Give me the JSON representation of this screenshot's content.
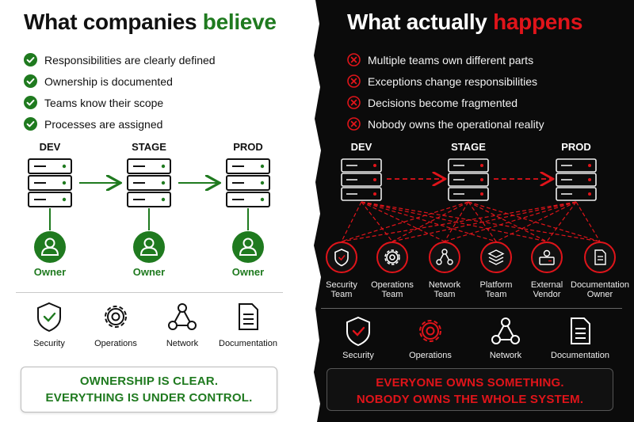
{
  "left": {
    "title_prefix": "What companies ",
    "title_highlight": "believe",
    "bullets": [
      "Responsibilities are clearly defined",
      "Ownership is documented",
      "Teams know their scope",
      "Processes are assigned"
    ],
    "stages": [
      "DEV",
      "STAGE",
      "PROD"
    ],
    "owner_label": "Owner",
    "categories": [
      "Security",
      "Operations",
      "Network",
      "Documentation"
    ],
    "banner": [
      "OWNERSHIP IS CLEAR.",
      "EVERYTHING IS UNDER CONTROL."
    ]
  },
  "right": {
    "title_prefix": "What actually ",
    "title_highlight": "happens",
    "bullets": [
      "Multiple teams own different parts",
      "Exceptions change responsibilities",
      "Decisions become fragmented",
      "Nobody owns the operational reality"
    ],
    "stages": [
      "DEV",
      "STAGE",
      "PROD"
    ],
    "teams": [
      {
        "line1": "Security",
        "line2": "Team",
        "icon": "shield-icon"
      },
      {
        "line1": "Operations",
        "line2": "Team",
        "icon": "gear-icon"
      },
      {
        "line1": "Network",
        "line2": "Team",
        "icon": "network-icon"
      },
      {
        "line1": "Platform",
        "line2": "Team",
        "icon": "layers-icon"
      },
      {
        "line1": "External",
        "line2": "Vendor",
        "icon": "vendor-icon"
      },
      {
        "line1": "Documentation",
        "line2": "Owner",
        "icon": "document-icon"
      }
    ],
    "categories": [
      "Security",
      "Operations",
      "Network",
      "Documentation"
    ],
    "banner": [
      "EVERYONE OWNS SOMETHING.",
      "NOBODY OWNS THE WHOLE SYSTEM."
    ]
  },
  "colors": {
    "green": "#1f7a1f",
    "red": "#e0141a",
    "dark_bg": "#0b0b0b"
  }
}
